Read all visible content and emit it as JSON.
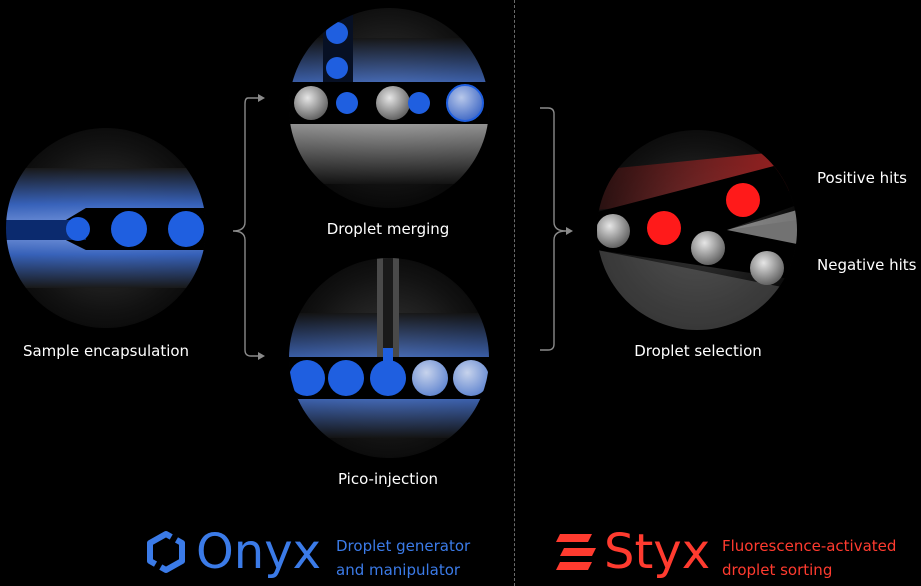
{
  "labels": {
    "sample_encapsulation": "Sample encapsulation",
    "droplet_merging": "Droplet merging",
    "pico_injection": "Pico-injection",
    "droplet_selection": "Droplet selection",
    "positive_hits": "Positive hits",
    "negative_hits": "Negative hits"
  },
  "brands": {
    "onyx": {
      "name": "Onyx",
      "desc_line1": "Droplet generator",
      "desc_line2": "and manipulator",
      "color": "#3b7be8",
      "icon": "onyx-hexagon-logo-icon"
    },
    "styx": {
      "name": "Styx",
      "desc_line1": "Fluorescence-activated",
      "desc_line2": "droplet sorting",
      "color": "#ff3b2f",
      "icon": "styx-stripes-logo-icon"
    }
  },
  "colors": {
    "droplet_blue": "#1f5fe0",
    "droplet_red": "#ff1a1a",
    "droplet_grey": "#9a9a9a",
    "connector": "#8a8a8a"
  }
}
